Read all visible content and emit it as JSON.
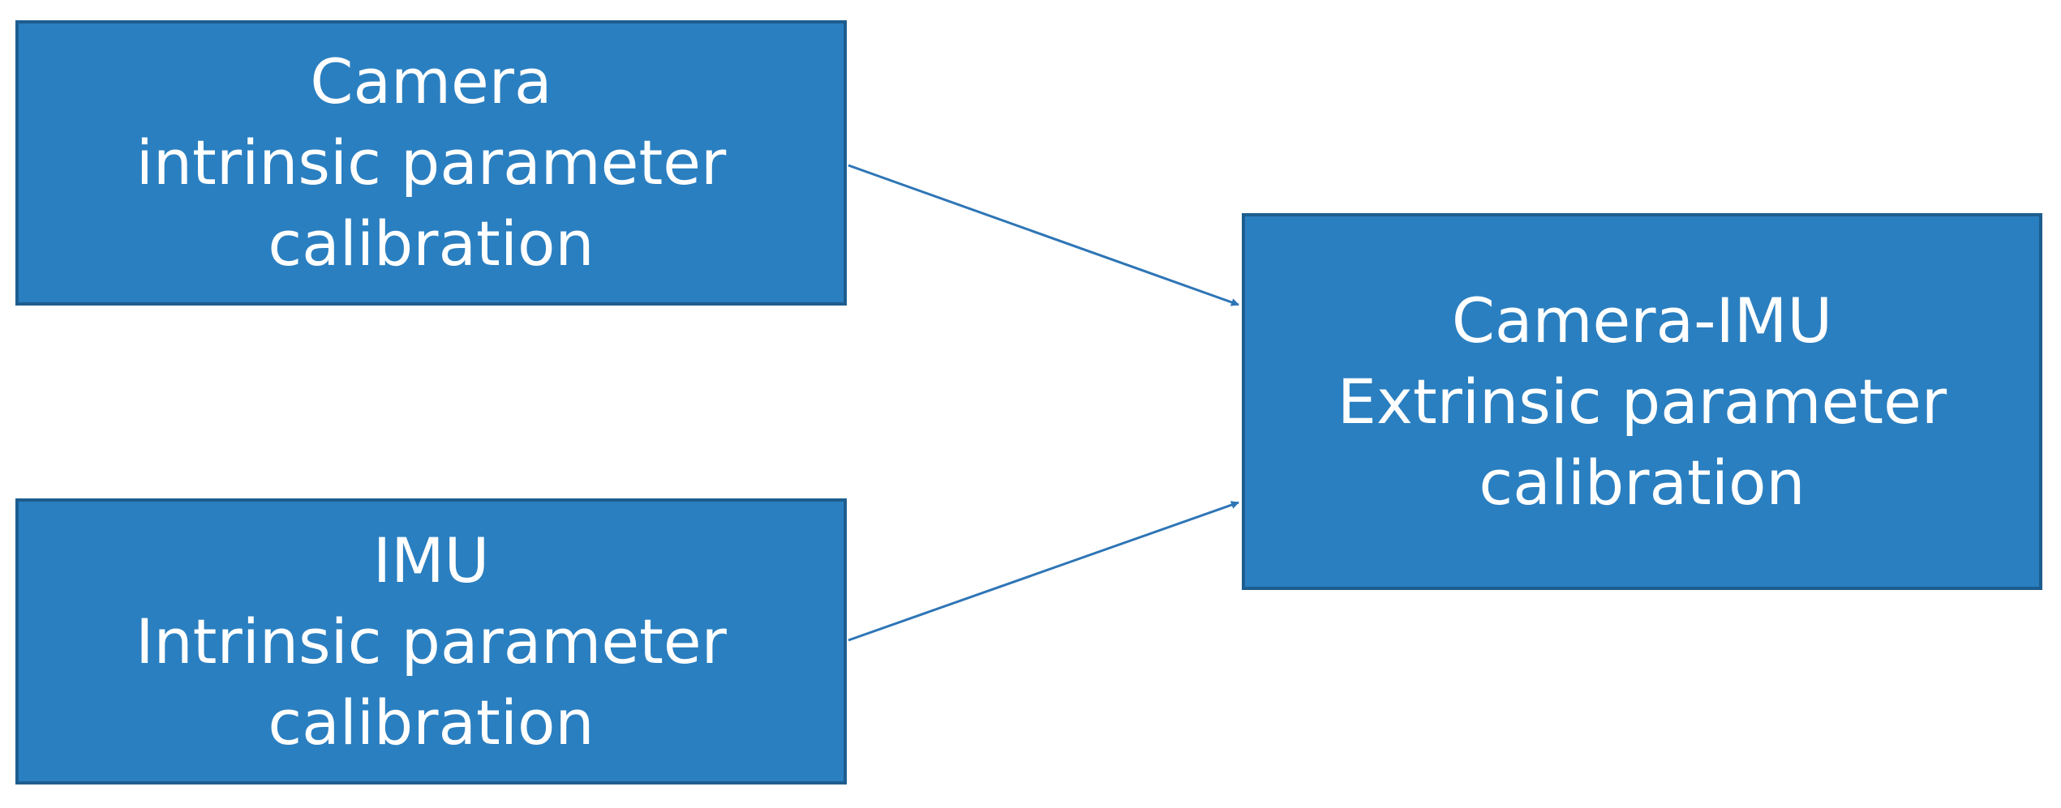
{
  "colors": {
    "node_fill": "#2a7fc0",
    "node_border": "#1d5d8f",
    "node_text": "#ffffff",
    "edge": "#2e75b6"
  },
  "nodes": {
    "camera_intrinsic": {
      "lines": [
        "Camera",
        "intrinsic parameter",
        "calibration"
      ]
    },
    "imu_intrinsic": {
      "lines": [
        "IMU",
        "Intrinsic parameter",
        "calibration"
      ]
    },
    "camera_imu_extrinsic": {
      "lines": [
        "Camera-IMU",
        "Extrinsic parameter",
        "calibration"
      ]
    }
  },
  "edges": [
    {
      "from": "camera_intrinsic",
      "to": "camera_imu_extrinsic"
    },
    {
      "from": "imu_intrinsic",
      "to": "camera_imu_extrinsic"
    }
  ]
}
